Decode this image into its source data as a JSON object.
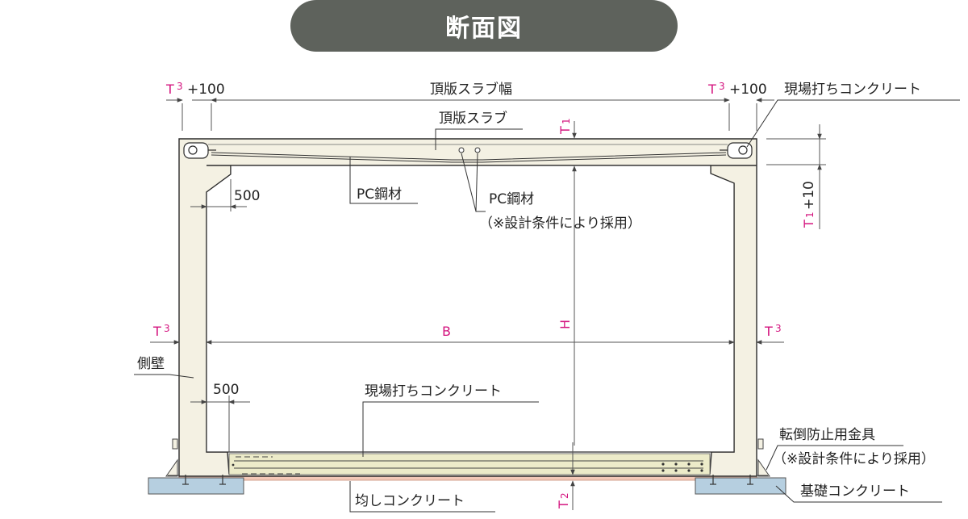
{
  "title": "断面図",
  "labels": {
    "top_slab_width": "頂版スラブ幅",
    "top_slab": "頂版スラブ",
    "pc_steel": "PC鋼材",
    "pc_steel_optional": "PC鋼材",
    "pc_steel_note": "（※設計条件により採用）",
    "cast_concrete_top": "現場打ちコンクリート",
    "cast_concrete_bottom": "現場打ちコンクリート",
    "side_wall": "側壁",
    "anti_overturn": "転倒防止用金具",
    "anti_overturn_note": "（※設計条件により採用）",
    "leveling_concrete": "均しコンクリート",
    "foundation_concrete": "基礎コンクリート"
  },
  "dimensions": {
    "t3_symbol": "T",
    "t3_sub": "3",
    "plus_100": "+100",
    "t1_symbol": "T",
    "t1_sub": "1",
    "plus_10": "+10",
    "t2_symbol": "T",
    "t2_sub": "2",
    "width_B": "B",
    "height_H": "H",
    "haunch_500": "500"
  },
  "colors": {
    "title_bg": "#5e625c",
    "concrete_fill": "#f4f1e3",
    "outline": "#2c2c2c",
    "dimension_accent": "#d4147f",
    "foundation_fill": "#b6cfe0",
    "leveling_fill": "#f3c9b8",
    "cast_fill": "#ecebc9"
  }
}
